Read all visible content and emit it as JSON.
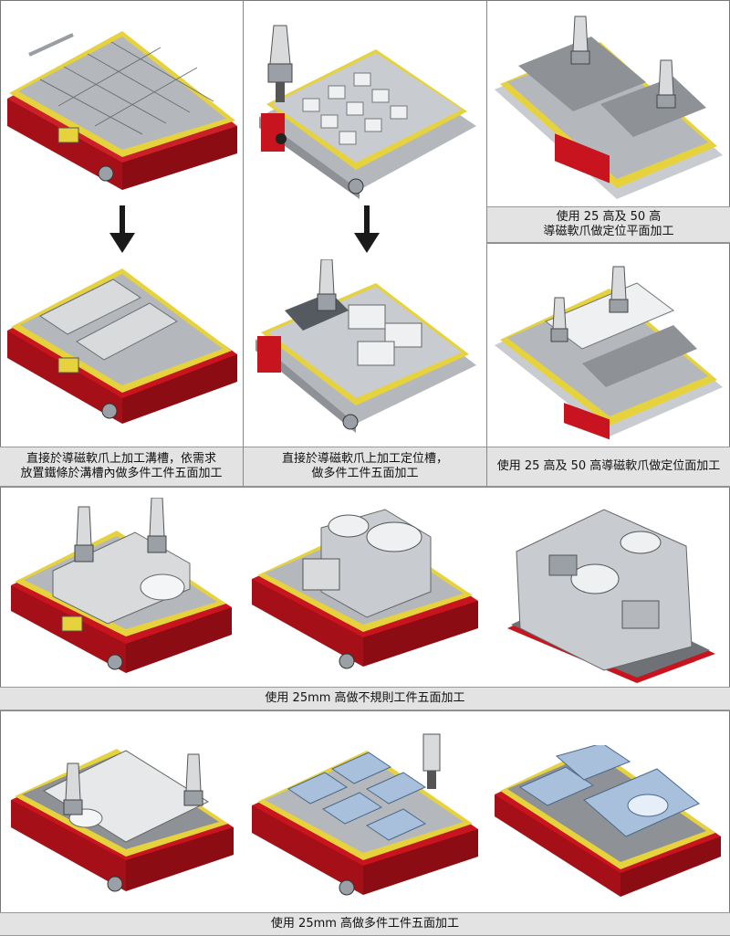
{
  "captions": {
    "c1": "使用 25 高及 50 高",
    "c2": "導磁軟爪做定位平面加工",
    "c3_line1": "直接於導磁軟爪上加工溝槽，依需求",
    "c3_line2": "放置鐵條於溝槽內做多件工件五面加工",
    "c4_line1": "直接於導磁軟爪上加工定位槽，",
    "c4_line2": "做多件工件五面加工",
    "c5": "使用 25 高及 50 高導磁軟爪做定位面加工",
    "c6": "使用 25mm 高做不規則工件五面加工",
    "c7": "使用 25mm 高做多件工件五面加工"
  },
  "colors": {
    "chuck_red": "#c8141e",
    "plate_yellow": "#e6d23c",
    "steel_gray": "#b4b8bc",
    "part_blue": "#a8c0dc",
    "caption_bg": "#e3e3e3",
    "arrow": "#1a1a1a"
  },
  "icons": {
    "arrow": "arrow-down-icon",
    "tool": "cnc-tool-holder-icon"
  }
}
